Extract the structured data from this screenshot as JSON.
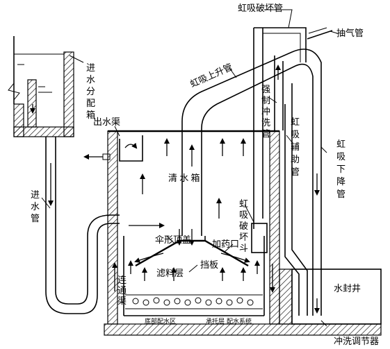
{
  "labels": {
    "siphon_break_pipe": "虹吸破坏管",
    "air_extraction_pipe": "抽气管",
    "siphon_rising_pipe": "虹吸上升管",
    "forced_flush_pipe": "强制冲洗管",
    "siphon_aux_pipe": "虹吸辅助管",
    "siphon_down_pipe": "虹吸下降管",
    "inlet_distribution_box": "进水分配箱",
    "inlet_channel": "出水渠",
    "clear_water_tank": "清 水 箱",
    "siphon_break_funnel": "虹吸破坏斗",
    "inlet_pipe": "进水管",
    "umbrella_top_cover": "伞形顶盖",
    "dosing_port": "加药口",
    "baffle": "挡板",
    "filter_layer": "滤料层",
    "connecting_channel": "连通渠",
    "bottom_distribution_zone": "底部配水区",
    "support_layer": "承托层",
    "distribution_system": "配水系统",
    "water_seal_well": "水封井",
    "flush_regulator": "冲洗调节器"
  }
}
